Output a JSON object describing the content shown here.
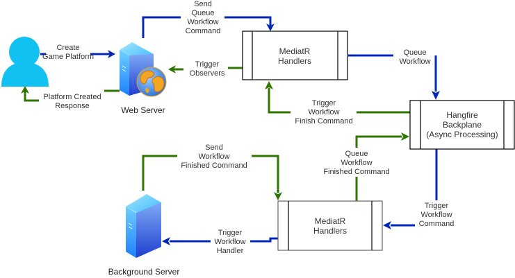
{
  "nodes": {
    "user": {
      "icon": "user-icon"
    },
    "web_server": {
      "icon": "web-server-icon",
      "caption": "Web Server"
    },
    "background_server": {
      "icon": "server-icon",
      "caption": "Background Server"
    },
    "mediatr_top": {
      "lines": [
        "MediatR",
        "Handlers"
      ]
    },
    "hangfire": {
      "lines": [
        "Hangfire",
        "Backplane",
        "(Async Processing)"
      ]
    },
    "mediatr_bottom": {
      "lines": [
        "MediatR",
        "Handlers"
      ]
    }
  },
  "edges": {
    "create_game_platform": {
      "lines": [
        "Create",
        "Game Platform"
      ],
      "color": "#0027B8"
    },
    "platform_created_response": {
      "lines": [
        "Platform Created",
        "Response"
      ],
      "color": "#2D7600"
    },
    "send_queue_workflow_command": {
      "lines": [
        "Send",
        "Queue",
        "Workflow",
        "Command"
      ],
      "color": "#0027B8"
    },
    "trigger_observers": {
      "lines": [
        "Trigger",
        "Observers"
      ],
      "color": "#2D7600"
    },
    "queue_workflow": {
      "lines": [
        "Queue",
        "Workflow"
      ],
      "color": "#0027B8"
    },
    "trigger_workflow_finish_command": {
      "lines": [
        "Trigger",
        "Workflow",
        "Finish Command"
      ],
      "color": "#2D7600"
    },
    "queue_workflow_finished_command": {
      "lines": [
        "Queue",
        "Workflow",
        "Finished Command"
      ],
      "color": "#2D7600"
    },
    "send_workflow_finished_command": {
      "lines": [
        "Send",
        "Workflow",
        "Finished Command"
      ],
      "color": "#2D7600"
    },
    "trigger_workflow_command": {
      "lines": [
        "Trigger",
        "Workflow",
        "Command"
      ],
      "color": "#0027B8"
    },
    "trigger_workflow_handler": {
      "lines": [
        "Trigger",
        "Workflow",
        "Handler"
      ],
      "color": "#0027B8"
    }
  }
}
